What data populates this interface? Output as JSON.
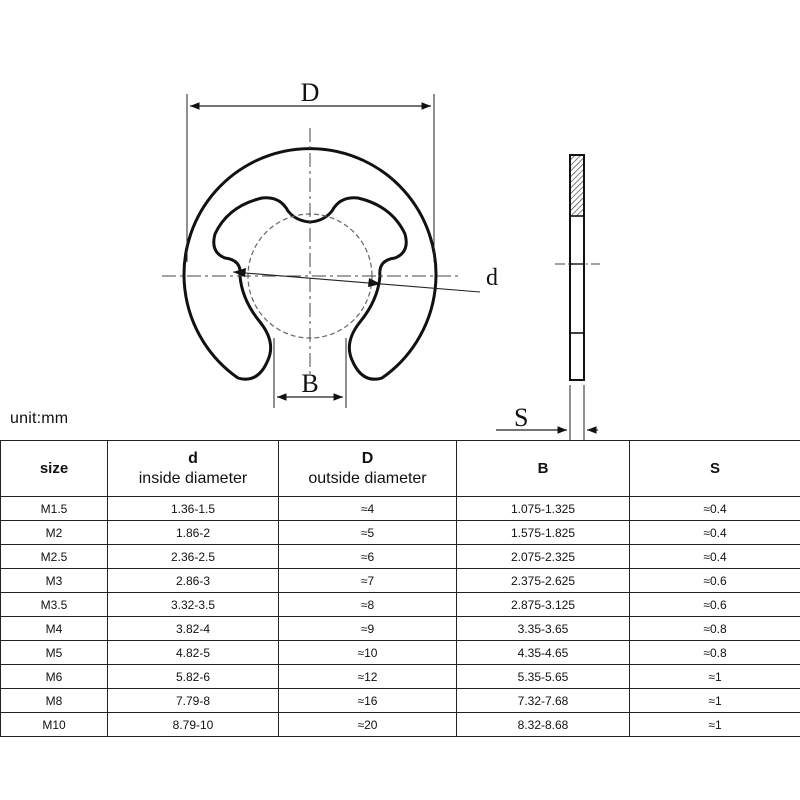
{
  "diagram": {
    "label_D": "D",
    "label_d": "d",
    "label_B": "B",
    "label_S": "S"
  },
  "unit_label": "unit:mm",
  "table": {
    "headers": [
      {
        "main": "size",
        "sub": ""
      },
      {
        "main": "d",
        "sub": "inside diameter"
      },
      {
        "main": "D",
        "sub": "outside diameter"
      },
      {
        "main": "B",
        "sub": ""
      },
      {
        "main": "S",
        "sub": ""
      }
    ],
    "rows": [
      [
        "M1.5",
        "1.36-1.5",
        "≈4",
        "1.075-1.325",
        "≈0.4"
      ],
      [
        "M2",
        "1.86-2",
        "≈5",
        "1.575-1.825",
        "≈0.4"
      ],
      [
        "M2.5",
        "2.36-2.5",
        "≈6",
        "2.075-2.325",
        "≈0.4"
      ],
      [
        "M3",
        "2.86-3",
        "≈7",
        "2.375-2.625",
        "≈0.6"
      ],
      [
        "M3.5",
        "3.32-3.5",
        "≈8",
        "2.875-3.125",
        "≈0.6"
      ],
      [
        "M4",
        "3.82-4",
        "≈9",
        "3.35-3.65",
        "≈0.8"
      ],
      [
        "M5",
        "4.82-5",
        "≈10",
        "4.35-4.65",
        "≈0.8"
      ],
      [
        "M6",
        "5.82-6",
        "≈12",
        "5.35-5.65",
        "≈1"
      ],
      [
        "M8",
        "7.79-8",
        "≈16",
        "7.32-7.68",
        "≈1"
      ],
      [
        "M10",
        "8.79-10",
        "≈20",
        "8.32-8.68",
        "≈1"
      ]
    ]
  }
}
